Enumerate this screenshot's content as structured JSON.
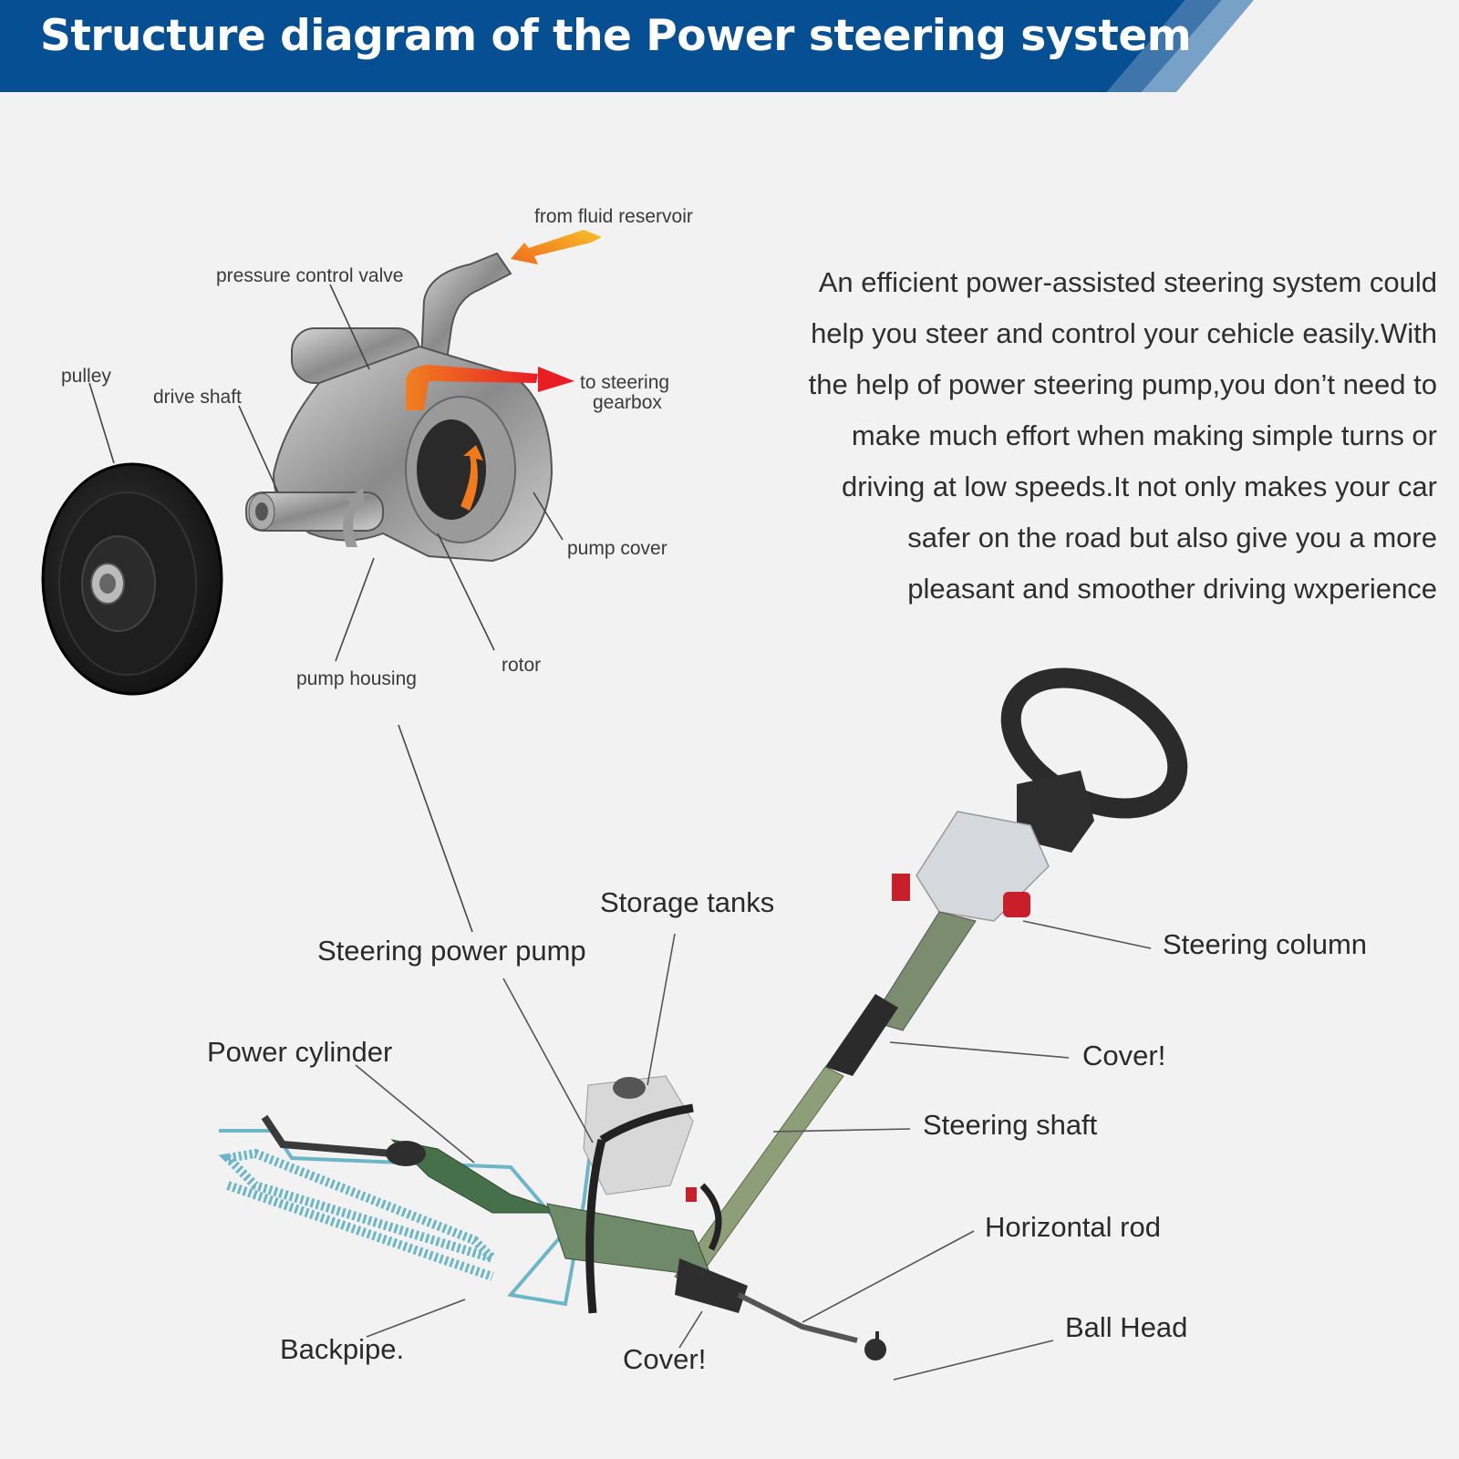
{
  "header": {
    "title": "Structure diagram of the Power steering system",
    "colors": {
      "primary": "#064f93",
      "stripe1": "#3e76ab",
      "stripe2": "#78a1c7"
    }
  },
  "description": {
    "lines": [
      "An efficient power-assisted steering system could",
      "help you steer and control your cehicle easily.With",
      "the help of power steering pump,you don’t need to",
      "make much effort when making simple turns or",
      "driving at low speeds.It not only makes your car",
      "safer on the road but also give you a more",
      "pleasant and smoother driving wxperience"
    ]
  },
  "pump_diagram": {
    "labels": {
      "from_fluid_reservoir": "from fluid reservoir",
      "pressure_control_valve": "pressure control valve",
      "pulley": "pulley",
      "drive_shaft": "drive shaft",
      "to_steering_gearbox_1": "to steering",
      "to_steering_gearbox_2": "gearbox",
      "pump_cover": "pump cover",
      "rotor": "rotor",
      "pump_housing": "pump housing"
    }
  },
  "system_diagram": {
    "labels": {
      "storage_tanks": "Storage tanks",
      "steering_power_pump": "Steering power pump",
      "power_cylinder": "Power cylinder",
      "steering_column": "Steering column",
      "cover_upper": "Cover!",
      "steering_shaft": "Steering shaft",
      "horizontal_rod": "Horizontal rod",
      "ball_head": "Ball Head",
      "backpipe": "Backpipe.",
      "cover_lower": "Cover!"
    }
  }
}
